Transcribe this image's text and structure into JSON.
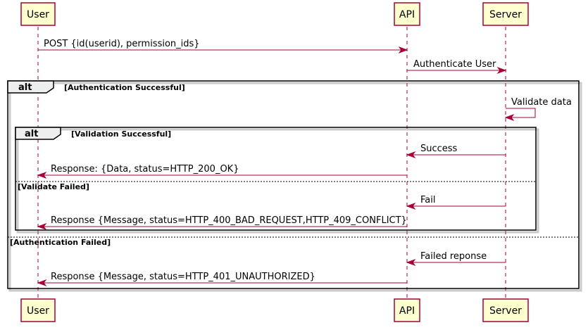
{
  "participants": {
    "user": "User",
    "api": "API",
    "server": "Server"
  },
  "messages": {
    "m1": "POST {id(userid), permission_ids}",
    "m2": "Authenticate User",
    "m3": "Validate data",
    "m4": "Success",
    "m5": "Response: {Data, status=HTTP_200_OK}",
    "m6": "Fail",
    "m7": "Response {Message, status=HTTP_400_BAD_REQUEST,HTTP_409_CONFLICT}",
    "m8": "Failed reponse",
    "m9": "Response {Message, status=HTTP_401_UNAUTHORIZED}"
  },
  "fragments": {
    "outer_keyword": "alt",
    "outer_guard": "[Authentication Successful]",
    "outer_else_guard": "[Authentication Failed]",
    "inner_keyword": "alt",
    "inner_guard": "[Validation Successful]",
    "inner_else_guard": "[Validate Failed]"
  },
  "colors": {
    "participant_fill": "#FEFECE",
    "line": "#A80036",
    "frame": "#000000",
    "tab_fill": "#EEEEEE"
  }
}
